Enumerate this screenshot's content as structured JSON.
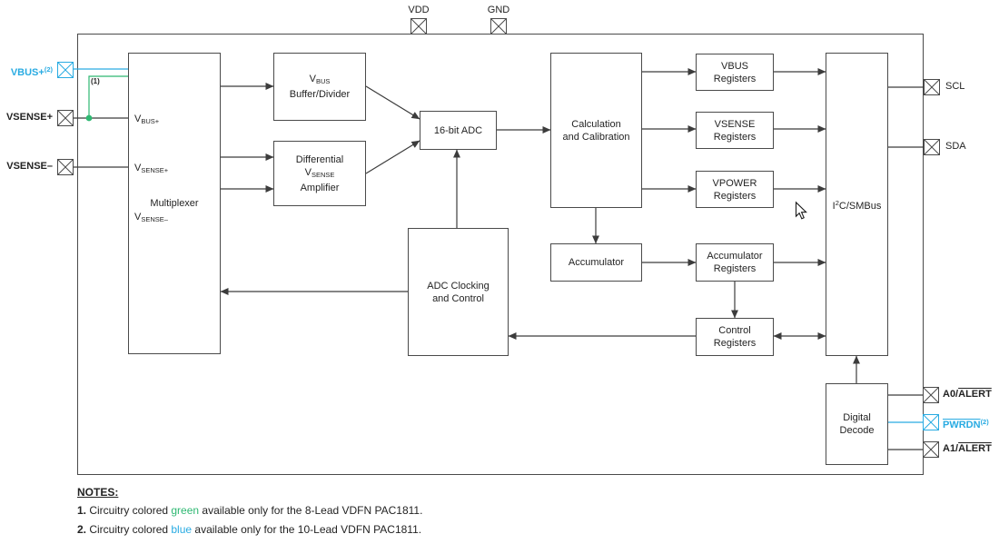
{
  "diagram": {
    "pins": {
      "vdd": {
        "label": "VDD"
      },
      "gnd": {
        "label": "GND"
      },
      "vbus_plus": {
        "label": "VBUS+",
        "sup": "(2)"
      },
      "vsense_plus": {
        "label": "VSENSE+"
      },
      "vsense_minus": {
        "label": "VSENSE–"
      },
      "scl": {
        "label": "SCL"
      },
      "sda": {
        "label": "SDA"
      },
      "a0_alert": {
        "pre": "A0/",
        "ovl": "ALERT"
      },
      "pwrdn": {
        "ovl": "PWRDN",
        "sup": "(2)"
      },
      "a1_alert": {
        "pre": "A1/",
        "ovl": "ALERT"
      }
    },
    "blocks": {
      "mux": {
        "label": "Multiplexer",
        "port_vbus_main": "V",
        "port_vbus_sub": "BUS+",
        "port_vsp_main": "V",
        "port_vsp_sub": "SENSE+",
        "port_vsm_main": "V",
        "port_vsm_sub": "SENSE–"
      },
      "vbus_buffer": {
        "l1_main": "V",
        "l1_sub": "BUS",
        "l2": "Buffer/Divider"
      },
      "diff_amp": {
        "l1": "Differential",
        "l2_main": "V",
        "l2_sub": "SENSE",
        "l3": "Amplifier"
      },
      "adc": {
        "label": "16-bit ADC"
      },
      "calc": {
        "l1": "Calculation",
        "l2": "and Calibration"
      },
      "adc_clock": {
        "l1": "ADC Clocking",
        "l2": "and Control"
      },
      "accumulator": {
        "label": "Accumulator"
      },
      "vbus_reg": {
        "l1": "VBUS",
        "l2": "Registers"
      },
      "vsense_reg": {
        "l1": "VSENSE",
        "l2": "Registers"
      },
      "vpower_reg": {
        "l1": "VPOWER",
        "l2": "Registers"
      },
      "acc_reg": {
        "l1": "Accumulator",
        "l2": "Registers"
      },
      "ctrl_reg": {
        "l1": "Control",
        "l2": "Registers"
      },
      "i2c": {
        "pre": "I",
        "sup": "2",
        "post": "C/SMBus"
      },
      "digital_decode": {
        "l1": "Digital",
        "l2": "Decode"
      }
    },
    "annotations": {
      "ref1": "(1)"
    },
    "colors": {
      "blue": "#29abe2",
      "green": "#2eb872",
      "line": "#4a4a4a"
    }
  },
  "notes": {
    "heading": "NOTES:",
    "items": [
      {
        "num": "1.",
        "pre": " Circuitry colored ",
        "colored": "green",
        "color": "#2eb872",
        "post": " available only for the 8-Lead VDFN PAC1811."
      },
      {
        "num": "2.",
        "pre": " Circuitry colored ",
        "colored": "blue",
        "color": "#29abe2",
        "post": " available only for the 10-Lead VDFN PAC1811."
      }
    ]
  }
}
